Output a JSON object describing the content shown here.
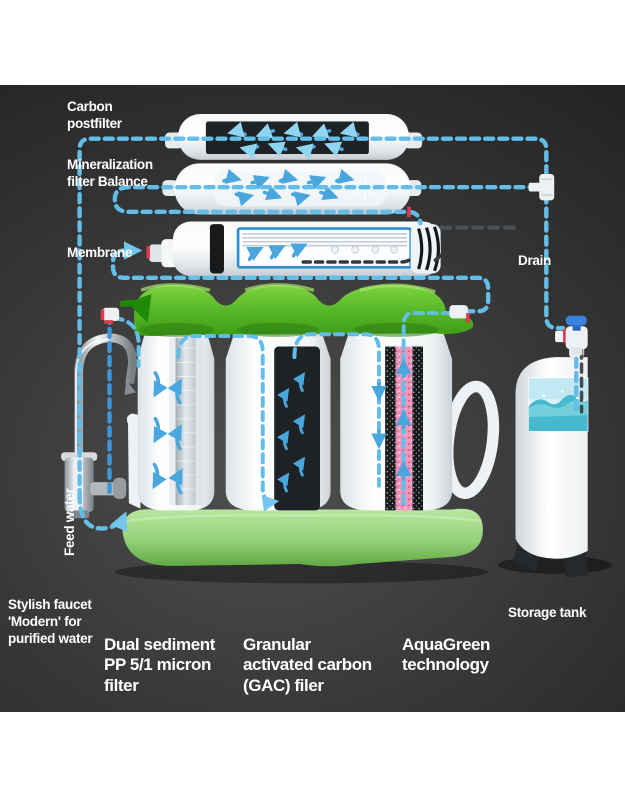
{
  "title": "Reverse osmosis water filtration system diagram",
  "labels": {
    "carbon_postfilter": "Carbon\npostfilter",
    "mineralization": "Mineralization\nfilter Balance",
    "membrane": "Membrane",
    "drain": "Drain",
    "feed_water": "Feed water",
    "faucet": "Stylish faucet\n'Modern' for\npurified water",
    "storage_tank": "Storage tank",
    "filter_sediment": "Dual sediment\nPP 5/1 micron\nfilter",
    "filter_gac": "Granular\nactivated carbon\n(GAC) filer",
    "filter_aquagreen": "AquaGreen\ntechnology"
  },
  "colors": {
    "pipe": "#63bde9",
    "feed": "#3e96d6",
    "drainline": "#4a4f53",
    "green": "#55b229",
    "basegreen": "#9bd583",
    "pink": "#f08cb6",
    "carbonblack": "#1e2225",
    "accentred": "#e2394f",
    "valveblue": "#2e6fd3",
    "arrowblue": "#49a7de",
    "text": "#ffffff"
  },
  "icons": {
    "flow_arrows": "dashed-blue-flow-arrows",
    "drain_arrows": "dark-dashed-drain-flow",
    "mineral_burst": "mineral-crystal-burst",
    "water_splash": "tank-water-splash-art"
  }
}
